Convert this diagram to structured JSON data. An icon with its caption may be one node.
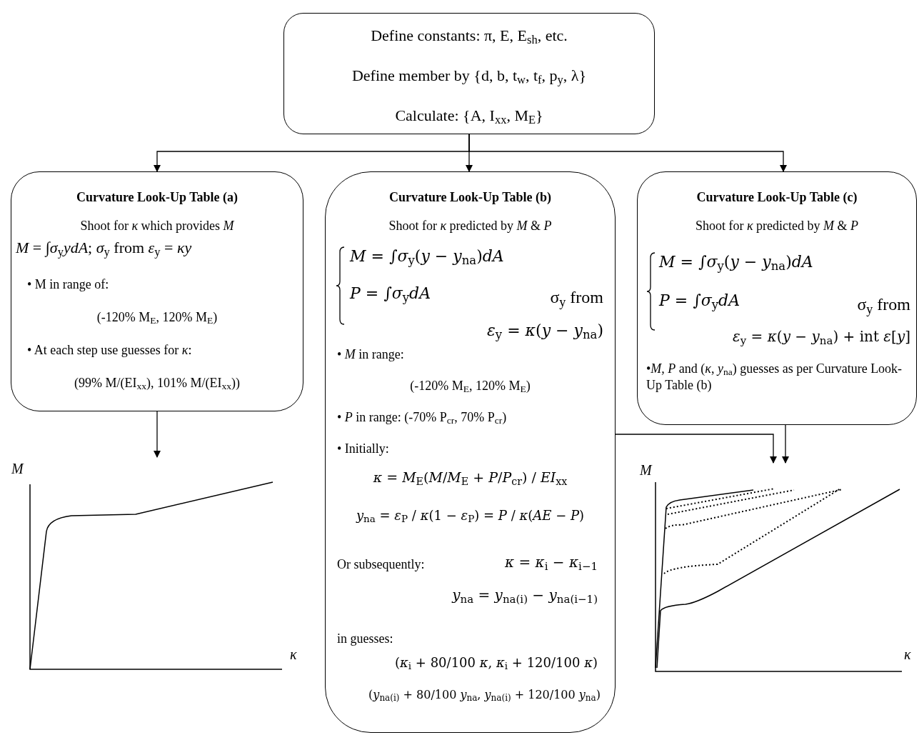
{
  "diagram": {
    "nodes": [
      {
        "text": [
          "Define constants: π, E, E$_{sh}$, etc.",
          "Define member by {d, b, t$_{w}$, t$_{f}$, p$_{y}$, λ}",
          "Calculate: {A, I$_{xx}$, M$_{E}$}"
        ]
      },
      {
        "text": [
          "Curvature Look-Up Table (a)",
          "Shoot for *κ* which provides *M*",
          "*M* = ∫*σ*$_{y}$*ydA*;  *σ*$_{y}$ from *ε*$_{y}$ = *κy*",
          "• M in range of:",
          "(-120% M$_{E}$, 120% M$_{E}$)",
          "• At each step use guesses for *κ*:",
          "(99% M/(EI$_{xx}$), 101% M/(EI$_{xx}$))"
        ]
      },
      {
        "text": [
          "Curvature Look-Up Table (b)",
          "Shoot for *κ* predicted by *M* & *P*",
          "*M* = ∫*σ*$_{y}$(*y* − *y*$_{na}$)*dA*",
          "*P* = ∫*σ*$_{y}$*dA*",
          "σ$_{y}$ from",
          "*ε*$_{y}$ = *κ*(*y* − *y*$_{na}$)",
          "• *M* in range:",
          "(-120% M$_{E}$, 120% M$_{E}$)",
          "• *P* in range: (-70% P$_{cr}$, 70% P$_{cr}$)",
          "• Initially:",
          "*κ* = *M*$_{E}$(*M*/*M*$_{E}$ + *P*/*P*$_{cr}$) / *EI*$_{xx}$",
          "*y*$_{na}$ = *ε*$_{P}$ / *κ*(1 − *ε*$_{P}$) = *P* / *κ*(*AE* − *P*)",
          "Or subsequently:",
          "*κ* = *κ*$_{i}$ − *κ*$_{i−1}$",
          "*y*$_{na}$ = *y*$_{na(i)}$ − *y*$_{na(i−1)}$",
          "in guesses:",
          "(*κ*$_{i}$ + 80/100 *κ*, *κ*$_{i}$ + 120/100 *κ*)",
          "(*y*$_{na(i)}$ + 80/100 *y*$_{na}$, *y*$_{na(i)}$ + 120/100 *y*$_{na}$)"
        ]
      },
      {
        "text": [
          "Curvature Look-Up Table (c)",
          "Shoot for *κ* predicted by *M* & *P*",
          "*M* = ∫*σ*$_{y}$(*y* − *y*$_{na}$)*dA*",
          "*P* = ∫*σ*$_{y}$*dA*",
          "σ$_{y}$ from",
          "*ε*$_{y}$ = *κ*(*y* − *y*$_{na}$) + int *ε*[*y*]",
          "•*M, P* and (*κ*, *y*$_{na}$) guesses as per Curvature Look-Up Table (b)"
        ]
      },
      {
        "text": [],
        "shape": "picture"
      },
      {
        "text": [],
        "shape": "picture"
      }
    ],
    "edges": [
      {
        "from": 0,
        "to": 1,
        "arrow": "to"
      },
      {
        "from": 0,
        "to": 2,
        "arrow": "to"
      },
      {
        "from": 0,
        "to": 3,
        "arrow": "to"
      },
      {
        "from": 1,
        "to": 4,
        "arrow": "to"
      },
      {
        "from": 2,
        "to": 5,
        "arrow": "to"
      },
      {
        "from": 3,
        "to": 5,
        "arrow": "to"
      }
    ],
    "labels": [
      "M",
      "κ",
      "M",
      "κ"
    ]
  }
}
